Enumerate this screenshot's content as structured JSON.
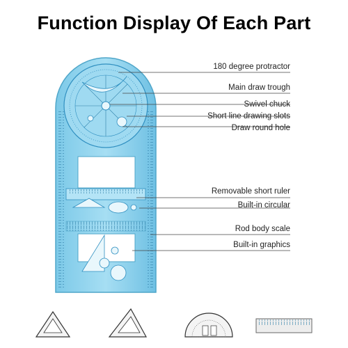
{
  "title": "Function Display Of Each Part",
  "colors": {
    "ruler_fill": "#8fd3ee",
    "ruler_edge": "#4fa6c9",
    "accent": "#2f8fc0",
    "line": "#444444",
    "text": "#222222"
  },
  "callouts": [
    {
      "label": "180 degree protractor"
    },
    {
      "label": "Main draw trough"
    },
    {
      "label": "Swivel chuck"
    },
    {
      "label": "Short line drawing slots"
    },
    {
      "label": "Draw round hole"
    },
    {
      "label": "Removable short ruler"
    },
    {
      "label": "Built-in circular"
    },
    {
      "label": "Rod body scale"
    },
    {
      "label": "Built-in graphics"
    }
  ],
  "thumbnails": [
    {
      "icon": "set-square-45-icon"
    },
    {
      "icon": "set-square-30-60-icon"
    },
    {
      "icon": "protractor-icon"
    },
    {
      "icon": "straight-ruler-icon"
    }
  ]
}
